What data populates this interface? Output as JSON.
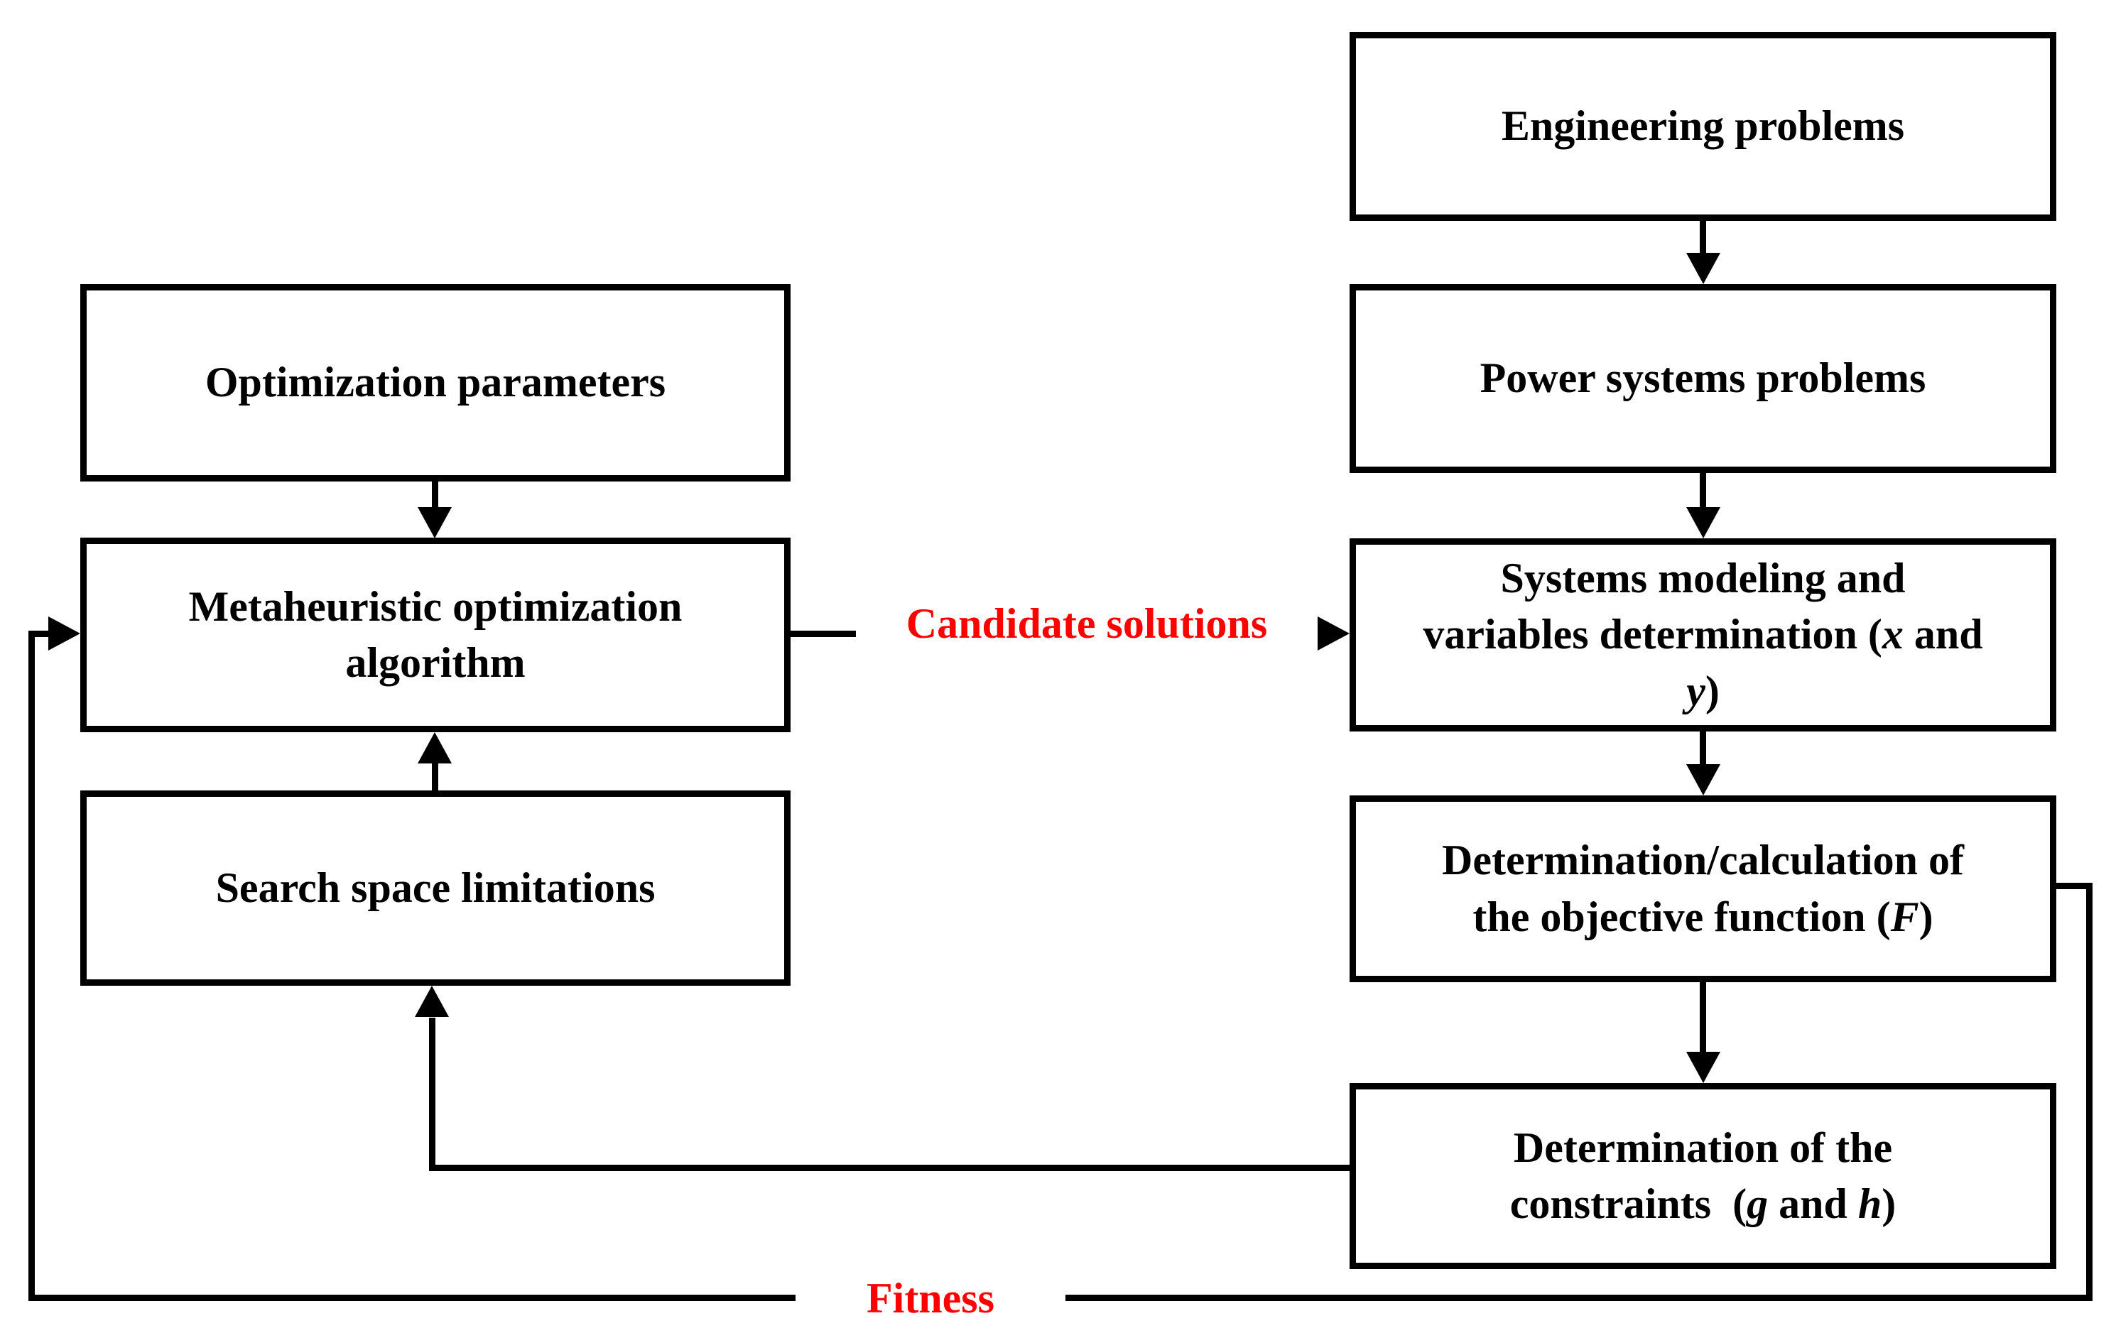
{
  "diagram": {
    "colors": {
      "line": "#000000",
      "accent_label": "#fe0000",
      "box_fill": "#ffffff"
    },
    "boxes": {
      "optimization_parameters": {
        "segments": [
          {
            "t": "Optimization parameters"
          }
        ]
      },
      "metaheuristic_algorithm": {
        "segments": [
          {
            "t": "Metaheuristic optimization"
          },
          {
            "br": true
          },
          {
            "t": "algorithm"
          }
        ]
      },
      "search_space_limitations": {
        "segments": [
          {
            "t": "Search space limitations"
          }
        ]
      },
      "engineering_problems": {
        "segments": [
          {
            "t": "Engineering problems"
          }
        ]
      },
      "power_systems_problems": {
        "segments": [
          {
            "t": "Power systems problems"
          }
        ]
      },
      "systems_modeling": {
        "segments": [
          {
            "t": "Systems modeling and"
          },
          {
            "br": true
          },
          {
            "t": "variables determination ("
          },
          {
            "t": "x",
            "i": true
          },
          {
            "t": " and"
          },
          {
            "br": true
          },
          {
            "t": "y",
            "i": true
          },
          {
            "t": ")"
          }
        ]
      },
      "objective_function": {
        "segments": [
          {
            "t": "Determination/calculation of"
          },
          {
            "br": true
          },
          {
            "t": "the objective function ("
          },
          {
            "t": "F",
            "i": true
          },
          {
            "t": ")"
          }
        ]
      },
      "constraints": {
        "segments": [
          {
            "t": "Determination of the"
          },
          {
            "br": true
          },
          {
            "t": "constraints  ("
          },
          {
            "t": "g",
            "i": true
          },
          {
            "t": " and "
          },
          {
            "t": "h",
            "i": true
          },
          {
            "t": ")"
          }
        ]
      }
    },
    "edge_labels": {
      "candidate_solutions": "Candidate solutions",
      "fitness": "Fitness"
    }
  }
}
